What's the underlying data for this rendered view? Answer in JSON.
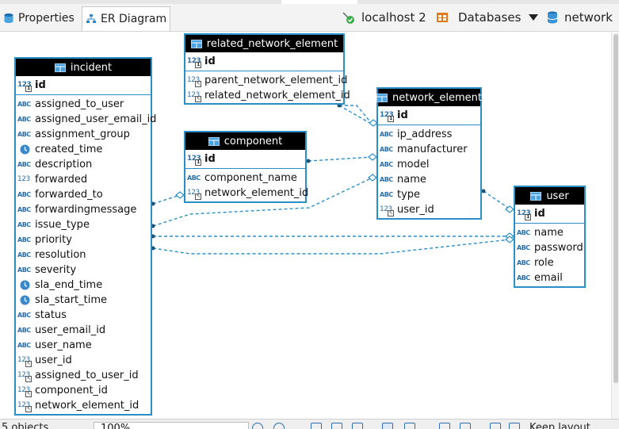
{
  "tabs": [
    {
      "label": "Properties"
    },
    {
      "label": "ER Diagram"
    }
  ],
  "toolbar": {
    "connection": "localhost 2",
    "databases": "Databases",
    "schema": "network"
  },
  "entities": {
    "incident": {
      "name": "incident",
      "pk": "id",
      "columns": [
        {
          "name": "assigned_to_user",
          "type": "abc"
        },
        {
          "name": "assigned_user_email_id",
          "type": "abc"
        },
        {
          "name": "assignment_group",
          "type": "abc"
        },
        {
          "name": "created_time",
          "type": "time"
        },
        {
          "name": "description",
          "type": "abc"
        },
        {
          "name": "forwarded",
          "type": "num"
        },
        {
          "name": "forwarded_to",
          "type": "abc"
        },
        {
          "name": "forwardingmessage",
          "type": "abc"
        },
        {
          "name": "issue_type",
          "type": "abc"
        },
        {
          "name": "priority",
          "type": "abc"
        },
        {
          "name": "resolution",
          "type": "abc"
        },
        {
          "name": "severity",
          "type": "abc"
        },
        {
          "name": "sla_end_time",
          "type": "time"
        },
        {
          "name": "sla_start_time",
          "type": "time"
        },
        {
          "name": "status",
          "type": "abc"
        },
        {
          "name": "user_email_id",
          "type": "abc"
        },
        {
          "name": "user_name",
          "type": "abc"
        },
        {
          "name": "user_id",
          "type": "fk"
        },
        {
          "name": "assigned_to_user_id",
          "type": "fk"
        },
        {
          "name": "component_id",
          "type": "fk"
        },
        {
          "name": "network_element_id",
          "type": "fk"
        }
      ]
    },
    "related_network_element": {
      "name": "related_network_element",
      "pk": "id",
      "columns": [
        {
          "name": "parent_network_element_id",
          "type": "fk"
        },
        {
          "name": "related_network_element_id",
          "type": "fk"
        }
      ]
    },
    "component": {
      "name": "component",
      "pk": "id",
      "columns": [
        {
          "name": "component_name",
          "type": "abc"
        },
        {
          "name": "network_element_id",
          "type": "fk"
        }
      ]
    },
    "network_element": {
      "name": "network_element",
      "pk": "id",
      "columns": [
        {
          "name": "ip_address",
          "type": "abc"
        },
        {
          "name": "manufacturer",
          "type": "abc"
        },
        {
          "name": "model",
          "type": "abc"
        },
        {
          "name": "name",
          "type": "abc"
        },
        {
          "name": "type",
          "type": "abc"
        },
        {
          "name": "user_id",
          "type": "fk"
        }
      ]
    },
    "user": {
      "name": "user",
      "pk": "id",
      "columns": [
        {
          "name": "name",
          "type": "abc"
        },
        {
          "name": "password",
          "type": "abc"
        },
        {
          "name": "role",
          "type": "abc"
        },
        {
          "name": "email",
          "type": "abc"
        }
      ]
    }
  },
  "statusbar": {
    "objects": "5 objects",
    "zoom": "100%",
    "keep_layout": "Keep layout"
  },
  "colors": {
    "entity_border": "#2b8fc7",
    "entity_header": "#000000",
    "link": "#2b8fc7",
    "accent_orange": "#e07a1a"
  }
}
